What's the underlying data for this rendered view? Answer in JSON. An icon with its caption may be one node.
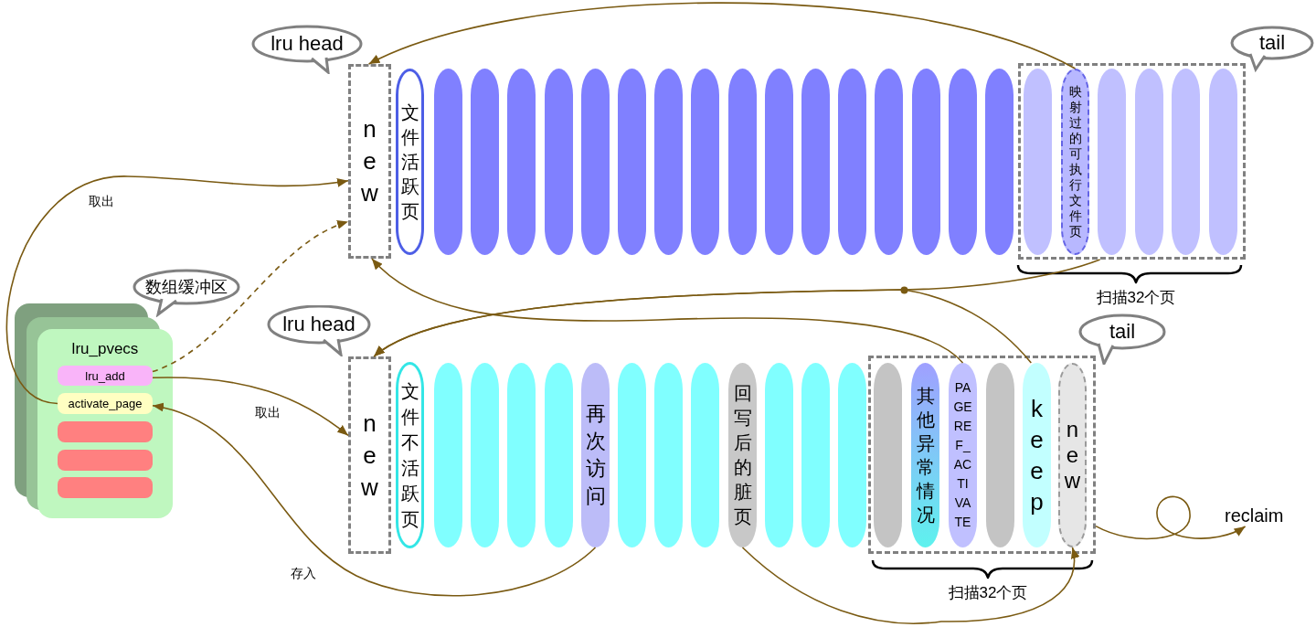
{
  "diagram": {
    "nodes": [
      {
        "text": [
          "lru head"
        ]
      },
      {
        "text": [
          "new"
        ]
      },
      {
        "text": [
          "文件活跃页"
        ]
      },
      {
        "text": [],
        "shape": "bar"
      },
      {
        "text": [],
        "shape": "bar"
      },
      {
        "text": [],
        "shape": "bar"
      },
      {
        "text": [],
        "shape": "bar"
      },
      {
        "text": [],
        "shape": "bar"
      },
      {
        "text": [],
        "shape": "bar"
      },
      {
        "text": [],
        "shape": "bar"
      },
      {
        "text": [],
        "shape": "bar"
      },
      {
        "text": [],
        "shape": "bar"
      },
      {
        "text": [],
        "shape": "bar"
      },
      {
        "text": [],
        "shape": "bar"
      },
      {
        "text": [],
        "shape": "bar"
      },
      {
        "text": [],
        "shape": "bar"
      },
      {
        "text": [],
        "shape": "bar"
      },
      {
        "text": [],
        "shape": "bar"
      },
      {
        "text": [],
        "shape": "bar"
      },
      {
        "text": [],
        "shape": "box"
      },
      {
        "text": [],
        "shape": "bar",
        "in": 19
      },
      {
        "text": [
          "映射过的可执行文件页"
        ],
        "in": 19
      },
      {
        "text": [],
        "shape": "bar",
        "in": 19
      },
      {
        "text": [],
        "shape": "bar",
        "in": 19
      },
      {
        "text": [],
        "shape": "bar",
        "in": 19
      },
      {
        "text": [],
        "shape": "bar",
        "in": 19
      },
      {
        "text": [
          "tail"
        ]
      },
      {
        "text": [
          "数组缓冲区"
        ]
      },
      {
        "text": [
          "lru_pvecs"
        ]
      },
      {
        "text": [
          "lru_add"
        ],
        "in": 28
      },
      {
        "text": [
          "activate_page"
        ],
        "in": 28
      },
      {
        "text": [],
        "shape": "box",
        "in": 28
      },
      {
        "text": [],
        "shape": "box",
        "in": 28
      },
      {
        "text": [],
        "shape": "box",
        "in": 28
      },
      {
        "text": [
          "lru head"
        ]
      },
      {
        "text": [
          "new"
        ]
      },
      {
        "text": [
          "文件不活跃页"
        ]
      },
      {
        "text": [],
        "shape": "bar"
      },
      {
        "text": [],
        "shape": "bar"
      },
      {
        "text": [],
        "shape": "bar"
      },
      {
        "text": [],
        "shape": "bar"
      },
      {
        "text": [
          "再次访问"
        ]
      },
      {
        "text": [],
        "shape": "bar"
      },
      {
        "text": [],
        "shape": "bar"
      },
      {
        "text": [],
        "shape": "bar"
      },
      {
        "text": [
          "回写后的脏页"
        ]
      },
      {
        "text": [],
        "shape": "bar"
      },
      {
        "text": [],
        "shape": "bar"
      },
      {
        "text": [],
        "shape": "bar"
      },
      {
        "text": [],
        "shape": "box"
      },
      {
        "text": [],
        "shape": "bar",
        "in": 49
      },
      {
        "text": [
          "其他异常情况"
        ],
        "in": 49
      },
      {
        "text": [
          "PAGEREF_ACTIVATE"
        ],
        "in": 49
      },
      {
        "text": [],
        "shape": "bar",
        "in": 49
      },
      {
        "text": [
          "keep"
        ],
        "in": 49
      },
      {
        "text": [
          "new"
        ],
        "in": 49
      },
      {
        "text": [
          "tail"
        ]
      },
      {
        "text": [
          "reclaim"
        ]
      }
    ],
    "edges": [
      {
        "from": 21,
        "to": 1,
        "arrow": "to"
      },
      {
        "from": 30,
        "to": 1,
        "arrow": "to",
        "label": "取出"
      },
      {
        "from": 29,
        "to": 1,
        "arrow": "to",
        "style": "dashed"
      },
      {
        "from": 29,
        "to": 35,
        "arrow": "to",
        "label": "取出"
      },
      {
        "from": 19,
        "to": 35,
        "arrow": "to"
      },
      {
        "from": 54,
        "to": 35,
        "arrow": "to"
      },
      {
        "from": 52,
        "to": 1,
        "arrow": "to"
      },
      {
        "from": 41,
        "to": 30,
        "arrow": "to",
        "label": "存入"
      },
      {
        "from": 45,
        "to": 55,
        "arrow": "to"
      },
      {
        "from": 49,
        "to": 57,
        "arrow": "to"
      }
    ],
    "labels": [
      "扫描32个页",
      "扫描32个页"
    ]
  }
}
